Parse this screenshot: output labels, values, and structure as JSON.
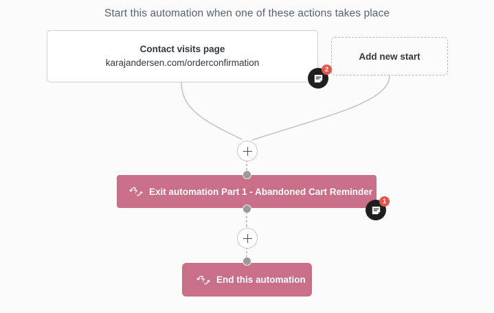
{
  "page": {
    "title": "Start this automation when one of these actions takes place",
    "background_color": "#fbfbfb"
  },
  "colors": {
    "accent_pink": "#c96f87",
    "badge_red": "#e4554a",
    "badge_disc": "#1f1f1f",
    "wire_gray": "#c4c4c4",
    "title_text": "#58636f",
    "body_text": "#33383d"
  },
  "triggers": [
    {
      "id": "contact-visits-page",
      "type": "solid",
      "line1": "Contact visits page",
      "line2": "karajandersen.com/orderconfirmation",
      "note_count": "2"
    },
    {
      "id": "add-new-start",
      "type": "dashed",
      "label": "Add new start"
    }
  ],
  "nodes": {
    "plus_1": {
      "icon": "plus-icon",
      "label": "+"
    },
    "plus_2": {
      "icon": "plus-icon",
      "label": "+"
    }
  },
  "actions": [
    {
      "id": "exit-automation",
      "icon": "exit-automation-icon",
      "label": "Exit automation Part 1 - Abandoned Cart Reminder",
      "note_count": "1"
    },
    {
      "id": "end-automation",
      "icon": "exit-automation-icon",
      "label": "End this automation"
    }
  ],
  "icons": {
    "note": "note-icon",
    "plus": "plus-icon",
    "exit": "exit-automation-icon"
  }
}
